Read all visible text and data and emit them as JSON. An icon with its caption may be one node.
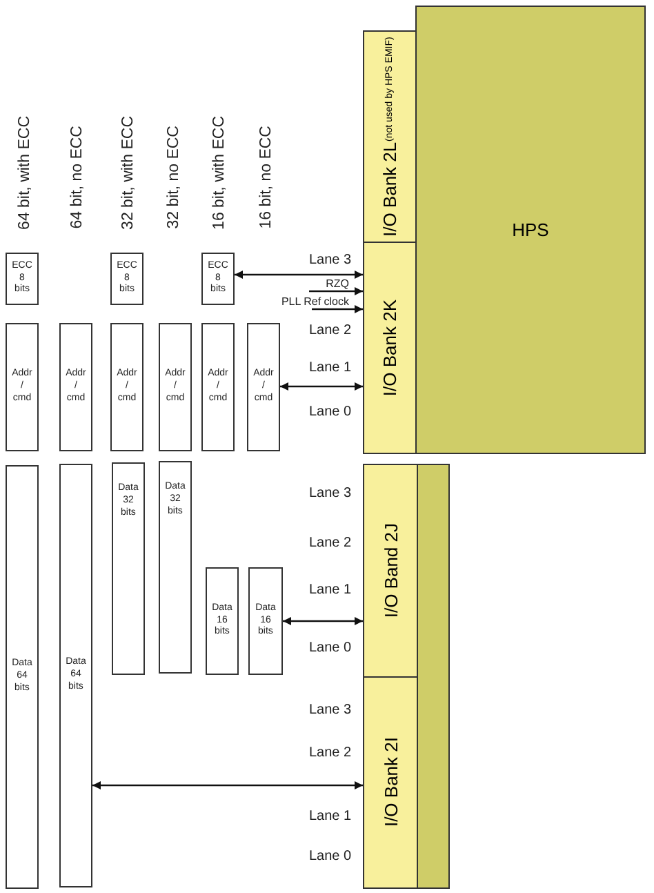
{
  "diagram": {
    "nodes": [
      {
        "text": [
          "I/O Bank 2L",
          "(not used by HPS EMIF)"
        ]
      },
      {
        "text": [
          "HPS"
        ]
      },
      {
        "text": [
          "I/O Bank 2K"
        ]
      },
      {
        "text": [
          "I/O Band  2J"
        ]
      },
      {
        "text": [
          "I/O Bank  2I"
        ]
      },
      {
        "text": [],
        "shape": "box"
      },
      {
        "text": [
          "ECC 8 bits"
        ]
      },
      {
        "text": [
          "ECC 8 bits"
        ]
      },
      {
        "text": [
          "ECC 8 bits"
        ]
      },
      {
        "text": [
          "Addr / cmd"
        ]
      },
      {
        "text": [
          "Addr / cmd"
        ]
      },
      {
        "text": [
          "Addr / cmd"
        ]
      },
      {
        "text": [
          "Addr / cmd"
        ]
      },
      {
        "text": [
          "Addr / cmd"
        ]
      },
      {
        "text": [
          "Addr / cmd"
        ]
      },
      {
        "text": [
          "Data 64 bits"
        ]
      },
      {
        "text": [
          "Data 64 bits"
        ]
      },
      {
        "text": [
          "Data 32 bits"
        ]
      },
      {
        "text": [
          "Data 32 bits"
        ]
      },
      {
        "text": [
          "Data 16 bits"
        ]
      },
      {
        "text": [
          "Data 16 bits"
        ]
      }
    ],
    "edges": [
      {
        "from": 8,
        "to": 2,
        "arrow": "both"
      },
      {
        "from": null,
        "to": 2,
        "arrow": "to",
        "label": "RZQ"
      },
      {
        "from": null,
        "to": 2,
        "arrow": "to",
        "label": "PLL Ref clock"
      },
      {
        "from": 14,
        "to": 2,
        "arrow": "both"
      },
      {
        "from": 20,
        "to": 3,
        "arrow": "both"
      },
      {
        "from": 16,
        "to": 4,
        "arrow": "both"
      }
    ],
    "labels": [
      "64 bit, with ECC",
      "64 bit, no ECC",
      "32 bit, with ECC",
      "32 bit, no ECC",
      "16 bit, with ECC",
      "16 bit, no ECC",
      "Lane 3",
      "Lane 2",
      "Lane 1",
      "Lane 0",
      "Lane 3",
      "Lane 2",
      "Lane 1",
      "Lane 0",
      "Lane 3",
      "Lane 2",
      "Lane 1",
      "Lane 0"
    ]
  }
}
